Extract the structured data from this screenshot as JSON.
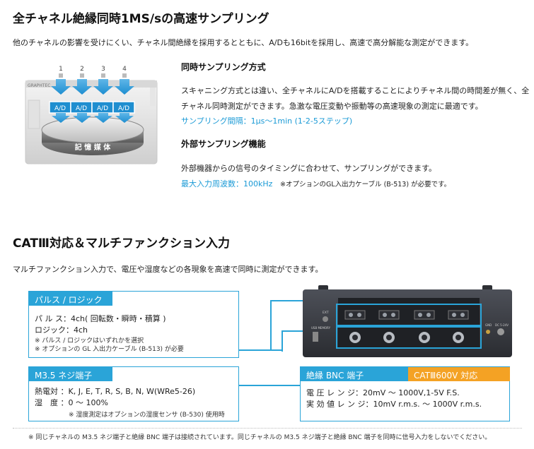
{
  "section1": {
    "title": "全チャネル絶縁同時1MS/sの高速サンプリング",
    "lead": "他のチャネルの影響を受けにくい、チャネル間絶縁を採用するとともに、A/Dも16bitを採用し、高速で高分解能な測定ができます。",
    "diagram": {
      "channels": [
        "1",
        "2",
        "3",
        "4"
      ],
      "ad_label": "A/D",
      "device_brand": "GRAPHTEC",
      "storage_label": "記 憶 媒 体"
    },
    "sync": {
      "heading": "同時サンプリング方式",
      "text1": "スキャニング方式とは違い、全チャネルにA/Dを搭載することによりチャネル間の時間差が無く、全",
      "text2": "チャネル同時測定ができます。急激な電圧変動や振動等の高速現象の測定に最適です。",
      "note": "サンプリング間隔：1μs〜1min (1-2-5ステップ)"
    },
    "external": {
      "heading": "外部サンプリング機能",
      "text": "外部機器からの信号のタイミングに合わせて、サンプリングができます。",
      "note_blue": "最大入力周波数：100kHz",
      "note_black": "※オプションのGL入出力ケーブル (B-513) が必要です。"
    }
  },
  "section2": {
    "title": "CATⅢ対応＆マルチファンクション入力",
    "lead": "マルチファンクション入力で、電圧や湿度などの各現象を高速で同時に測定ができます。",
    "pulse_box": {
      "header": "パルス / ロジック",
      "line1": "パ ル ス：4ch( 回転数・瞬時・積算 )",
      "line2": "ロジック：4ch",
      "note1": "※ パルス / ロジックはいずれかを選択",
      "note2": "※ オプションの GL 入出力ケーブル (B-513) が必要"
    },
    "m35_box": {
      "header": "M3.5 ネジ端子",
      "line1": "熱電対 ：K, J, E, T, R, S, B, N, W(WRe5-26)",
      "line2": "湿　度 ：0 〜 100%",
      "note": "※ 湿度測定はオプションの湿度センサ (B-530) 使用時"
    },
    "bnc_box": {
      "header": "絶縁 BNC 端子",
      "cat_badge": "CATⅢ600V 対応",
      "line1": "電 圧 レ ン ジ：20mV 〜 1000V,1-5V F.S.",
      "line2": "実 効 値 レ ン ジ：10mV r.m.s. 〜 1000V r.m.s."
    },
    "device_labels": {
      "ext": "EXT",
      "gnd": "GND",
      "dc": "DC 5-24V",
      "usb": "USB MEMORY"
    },
    "footnote": "※ 同じチャネルの M3.5 ネジ端子と絶縁 BNC 端子は接続されています。同じチャネルの M3.5 ネジ端子と絶縁 BNC 端子を同時に信号入力をしないでください。"
  },
  "colors": {
    "accent": "#2aa4d8",
    "arrow_blue": "#1e8ed0",
    "cat_orange": "#f4a224",
    "device_dark": "#3a3d44"
  }
}
